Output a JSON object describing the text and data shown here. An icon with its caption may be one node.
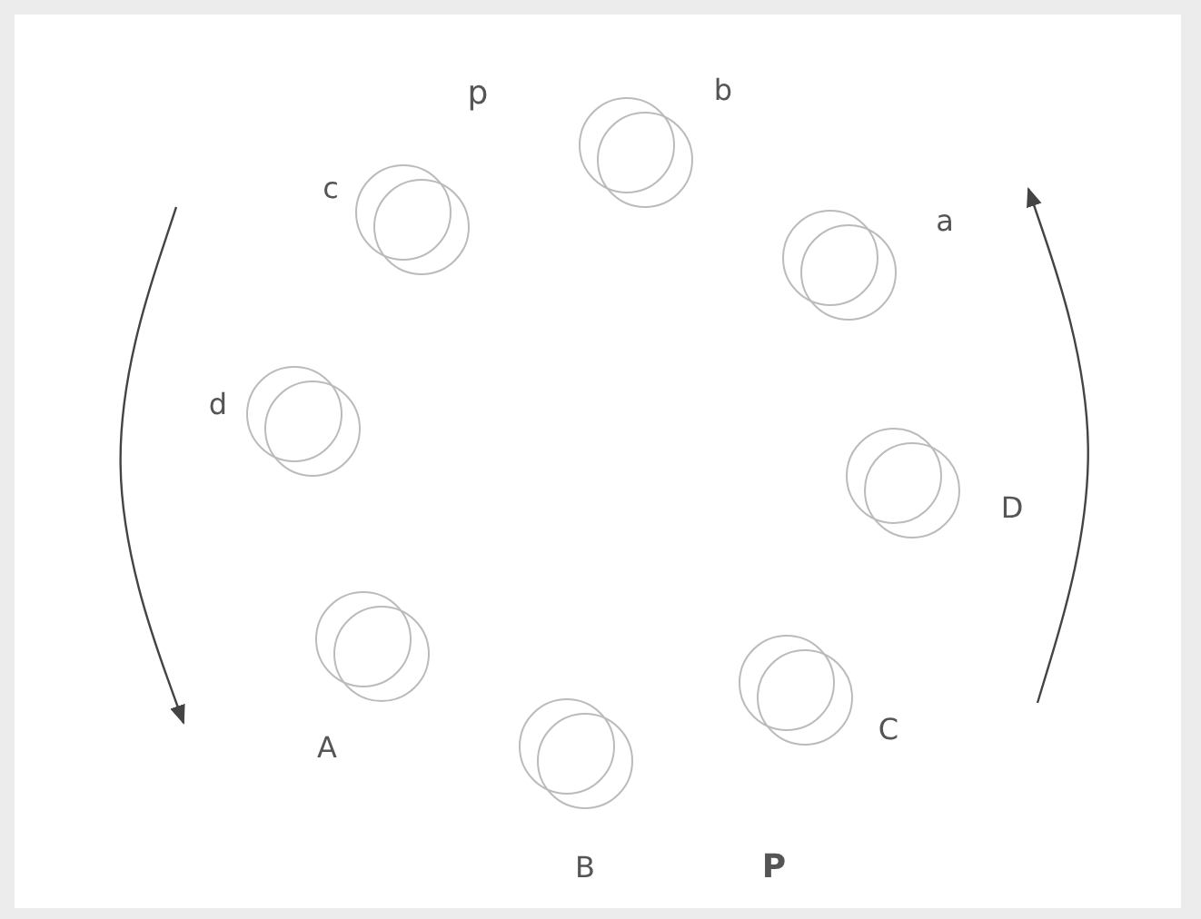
{
  "diagram": {
    "nodes": [
      {
        "text": [],
        "shape": "circle",
        "beside": [
          "b"
        ]
      },
      {
        "text": [],
        "shape": "circle",
        "beside": [
          "c"
        ]
      },
      {
        "text": [],
        "shape": "circle",
        "beside": [
          "a"
        ]
      },
      {
        "text": [],
        "shape": "circle",
        "beside": [
          "d"
        ]
      },
      {
        "text": [],
        "shape": "circle",
        "beside": [
          "D"
        ]
      },
      {
        "text": [],
        "shape": "circle",
        "beside": [
          "A"
        ]
      },
      {
        "text": [],
        "shape": "circle",
        "beside": [
          "C"
        ]
      },
      {
        "text": [],
        "shape": "circle",
        "beside": [
          "B"
        ]
      }
    ],
    "labels": [
      "p",
      "P"
    ]
  }
}
